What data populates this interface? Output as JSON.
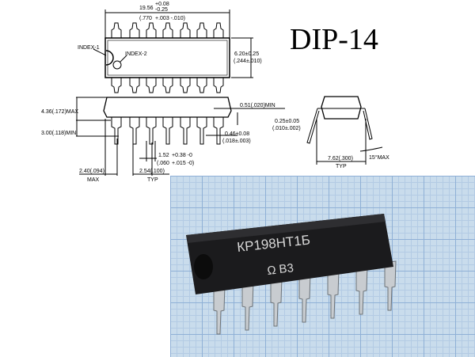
{
  "title": "DIP-14",
  "top_view": {
    "length": "19.56",
    "length_tol_plus": "+0.08",
    "length_tol_minus": "-0.25",
    "length_in": "(.770",
    "length_in_tol": "+.003 -.010)",
    "index1": "INDEX-1",
    "index2": "INDEX-2",
    "width": "6.20±0.25",
    "width_in": "(.244±.010)"
  },
  "side_view": {
    "height_max": "4.36(.172)MAX",
    "lead_len": "3.00(.118)MIN",
    "standoff": "0.51(.020)MIN",
    "lead_width": "0.46±0.08",
    "lead_width_in": "(.018±.003)",
    "shoulder": "1.52",
    "shoulder_tol": "+0.38 -0",
    "shoulder_in": "(.060",
    "shoulder_in_tol": "+.015 -0)",
    "end_offset": "2.40(.094)",
    "end_offset_note": "MAX",
    "pitch": "2.54(.100)",
    "pitch_note": "TYP"
  },
  "end_view": {
    "lead_thick": "0.25±0.05",
    "lead_thick_in": "(.010±.002)",
    "row_spacing": "7.62(.300)",
    "row_spacing_note": "TYP",
    "angle": "15°MAX"
  },
  "photo": {
    "marking_line1": "КР198НТ1Б",
    "marking_line2": "B3",
    "logo": "Ω"
  }
}
